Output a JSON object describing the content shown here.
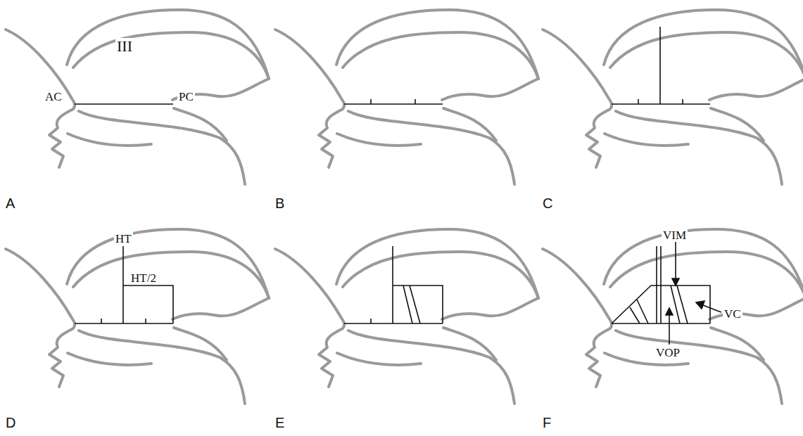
{
  "diagram": {
    "labels": [
      "III",
      "AC",
      "PC",
      "A",
      "B",
      "C",
      "D",
      "HT",
      "HT/2",
      "E",
      "F",
      "VIM",
      "VOP",
      "VC"
    ]
  }
}
